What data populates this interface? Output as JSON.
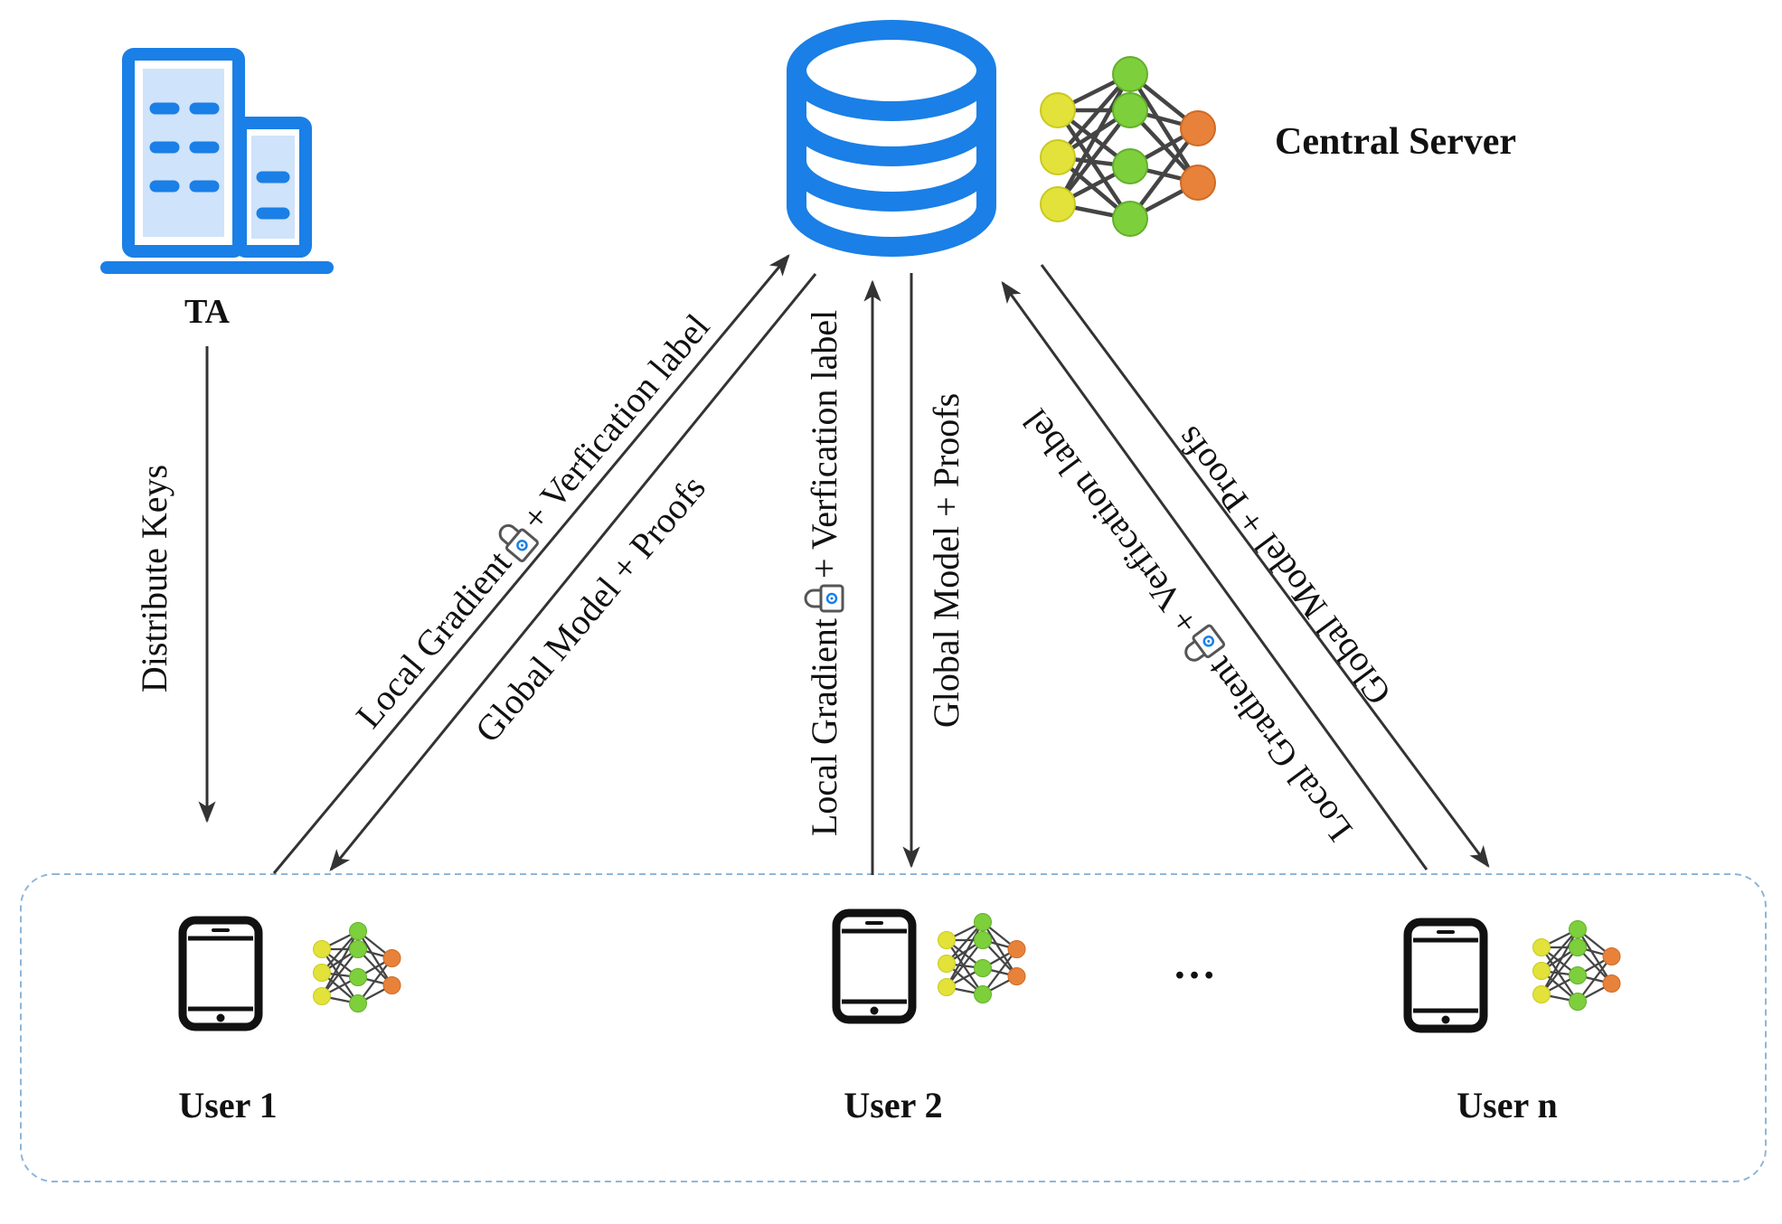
{
  "nodes": {
    "ta": {
      "label": "TA"
    },
    "server": {
      "label": "Central Server"
    },
    "users": [
      {
        "label": "User 1"
      },
      {
        "label": "User 2"
      },
      {
        "label": "User n"
      }
    ],
    "ellipsis": "…"
  },
  "edges": {
    "distribute_keys": "Distribute Keys",
    "u1_up_prefix": "Local Gradient",
    "u1_up_suffix": "+ Verfication label",
    "u1_down": "Global Model + Proofs",
    "u2_up_prefix": "Local Gradient",
    "u2_up_suffix": "+ Verfication label",
    "u2_down": "Global Model + Proofs",
    "un_up_prefix": "Local Gradient",
    "un_up_suffix": "+ Verfication label",
    "un_down": "Global Model + Proofs"
  },
  "colors": {
    "accent_blue": "#1a7fe6",
    "light_blue": "#cfe3fb",
    "arrow": "#333333",
    "neuron_yellow": "#e2e23a",
    "neuron_green": "#7dcf3c",
    "neuron_orange": "#e8823a",
    "container_border": "#8fb6d8"
  },
  "icons": [
    "building-icon",
    "database-icon",
    "neural-network-icon",
    "smartphone-icon",
    "lock-icon"
  ]
}
